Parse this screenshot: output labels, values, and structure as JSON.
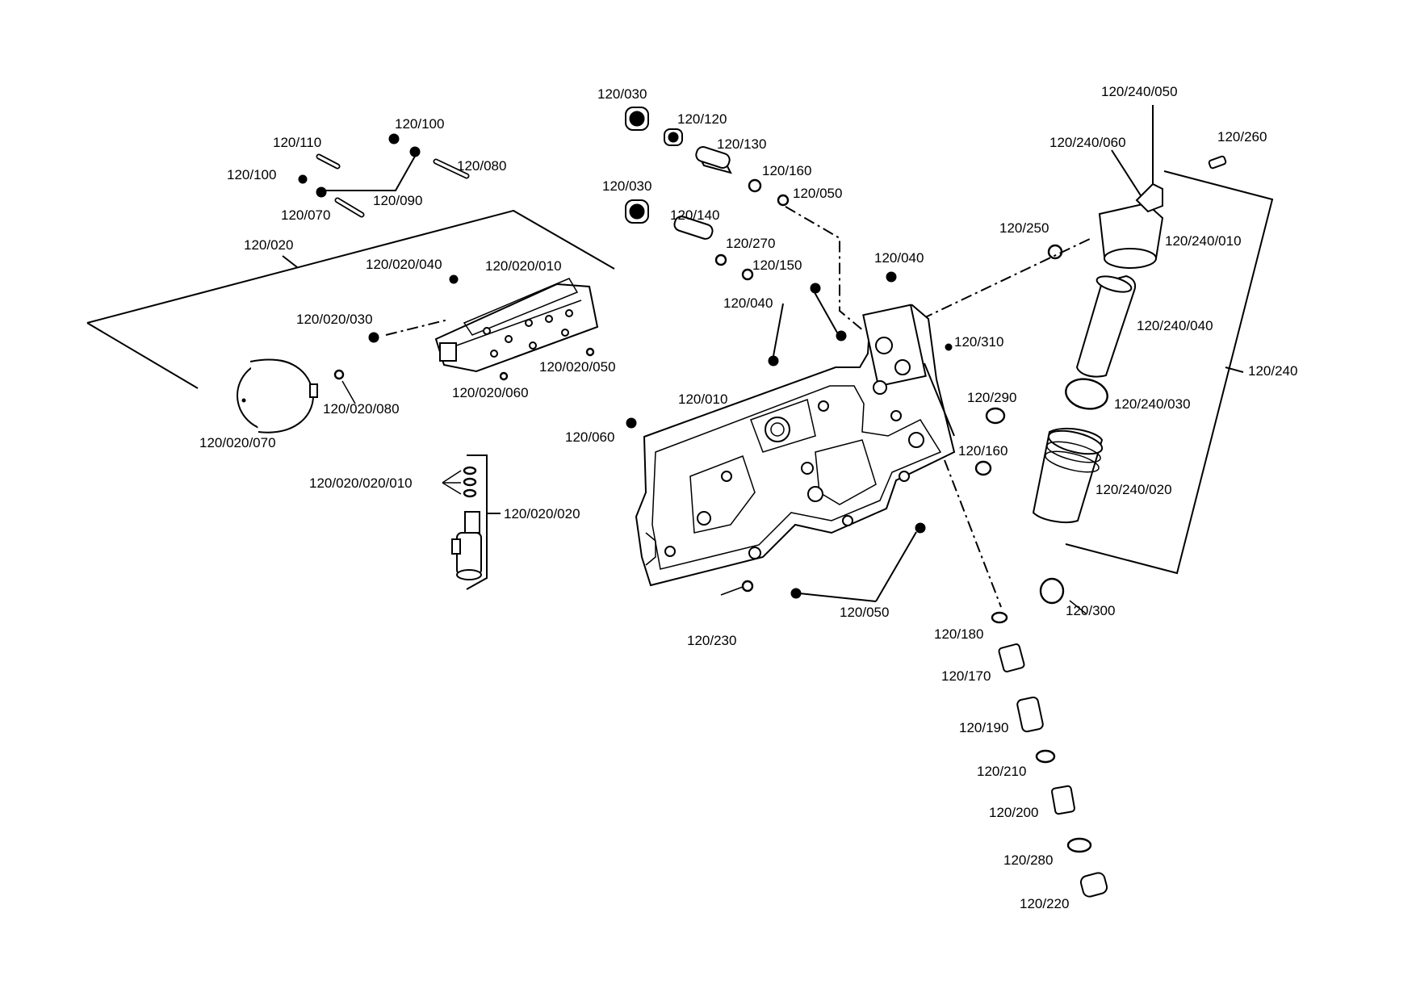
{
  "colors": {
    "background": "#ffffff",
    "ink": "#000000"
  },
  "callouts": {
    "p120_010": "120/010",
    "p120_020": "120/020",
    "p120_020_010": "120/020/010",
    "p120_020_020": "120/020/020",
    "p120_020_020_010": "120/020/020/010",
    "p120_020_030": "120/020/030",
    "p120_020_040": "120/020/040",
    "p120_020_050": "120/020/050",
    "p120_020_060": "120/020/060",
    "p120_020_070": "120/020/070",
    "p120_020_080": "120/020/080",
    "p120_030_a": "120/030",
    "p120_030_b": "120/030",
    "p120_040_a": "120/040",
    "p120_040_b": "120/040",
    "p120_050_a": "120/050",
    "p120_050_b": "120/050",
    "p120_060": "120/060",
    "p120_070": "120/070",
    "p120_080": "120/080",
    "p120_090": "120/090",
    "p120_100_a": "120/100",
    "p120_100_b": "120/100",
    "p120_110": "120/110",
    "p120_120": "120/120",
    "p120_130": "120/130",
    "p120_140": "120/140",
    "p120_150": "120/150",
    "p120_160_a": "120/160",
    "p120_160_b": "120/160",
    "p120_170": "120/170",
    "p120_180": "120/180",
    "p120_190": "120/190",
    "p120_200": "120/200",
    "p120_210": "120/210",
    "p120_220": "120/220",
    "p120_230": "120/230",
    "p120_240": "120/240",
    "p120_240_010": "120/240/010",
    "p120_240_020": "120/240/020",
    "p120_240_030": "120/240/030",
    "p120_240_040": "120/240/040",
    "p120_240_050": "120/240/050",
    "p120_240_060": "120/240/060",
    "p120_250": "120/250",
    "p120_260": "120/260",
    "p120_270": "120/270",
    "p120_280": "120/280",
    "p120_290": "120/290",
    "p120_300": "120/300",
    "p120_310": "120/310"
  }
}
